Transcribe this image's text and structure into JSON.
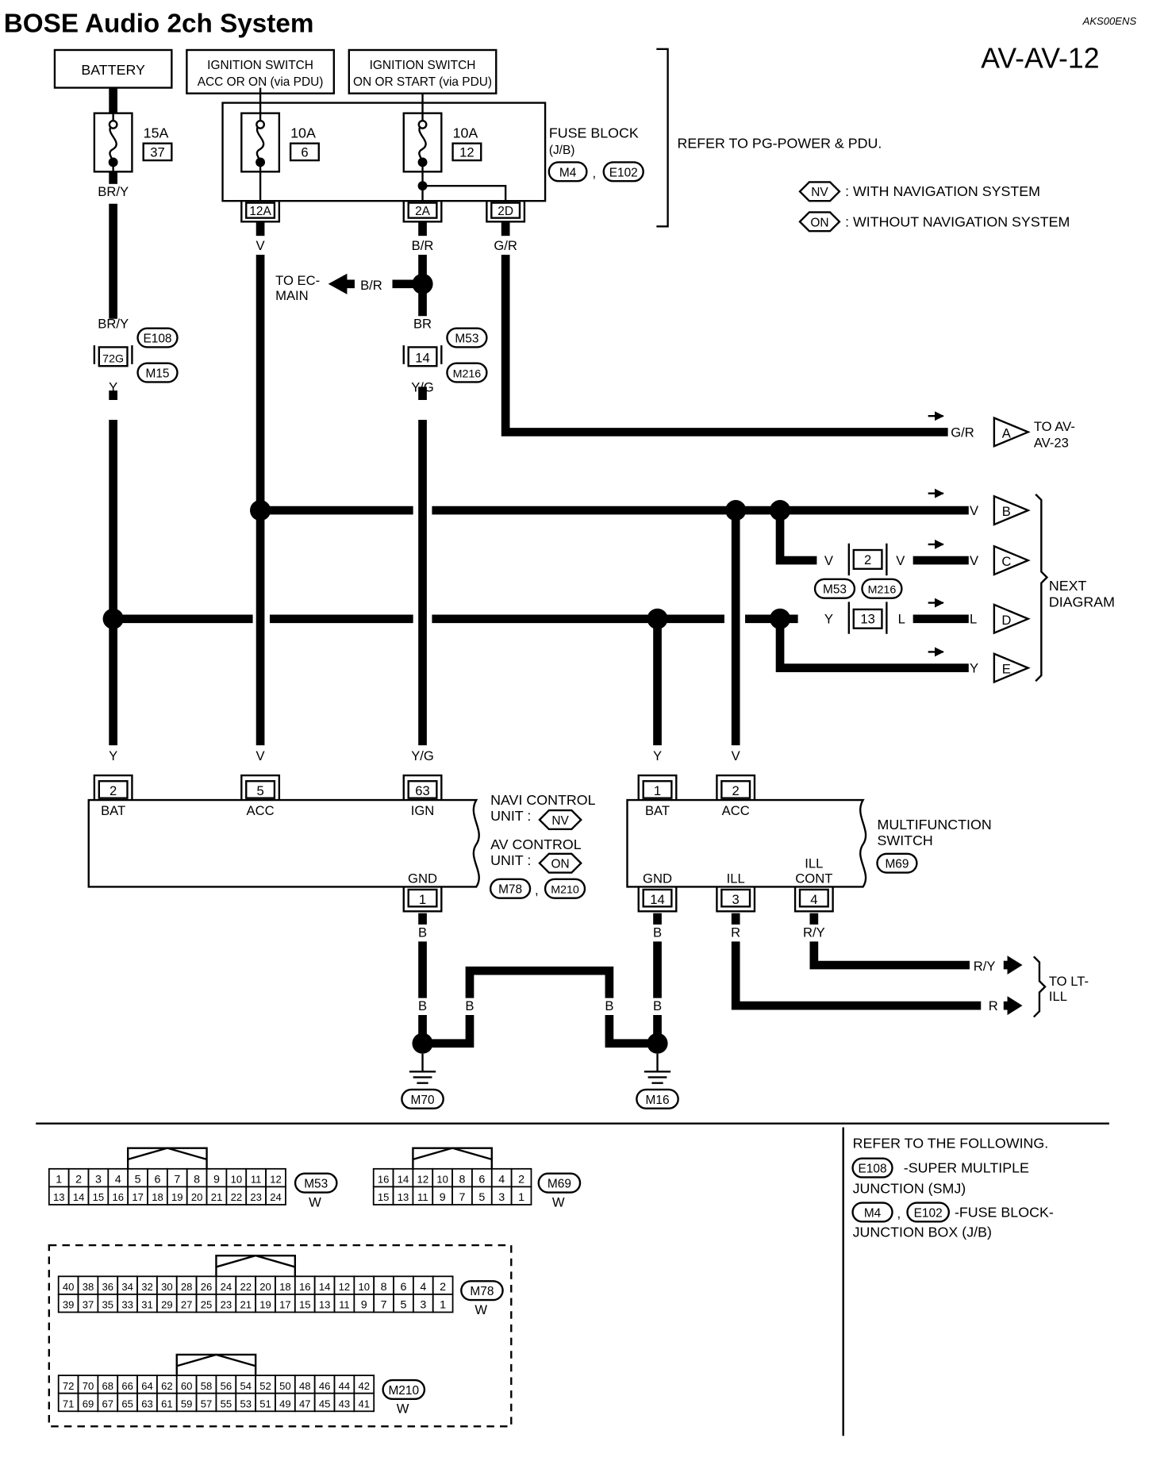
{
  "header": {
    "title": "BOSE Audio 2ch System",
    "doc_code": "AKS00ENS",
    "page_ref": "AV-AV-12"
  },
  "legend": {
    "nv_tag": "NV",
    "nv_text": ": WITH NAVIGATION SYSTEM",
    "on_tag": "ON",
    "on_text": ": WITHOUT NAVIGATION SYSTEM"
  },
  "power": {
    "battery": "BATTERY",
    "ign_acc_line1": "IGNITION SWITCH",
    "ign_acc_line2": "ACC OR ON (via PDU)",
    "ign_on_line1": "IGNITION SWITCH",
    "ign_on_line2": "ON OR START (via PDU)",
    "fuse_block_line1": "FUSE BLOCK",
    "fuse_block_line2": "(J/B)",
    "fuse_block_conn1": "M4",
    "fuse_block_conn2": "E102",
    "fuse_block_comma": ",",
    "refer_text": "REFER TO PG-POWER & PDU.",
    "fuses": [
      {
        "amp": "15A",
        "num": "37"
      },
      {
        "amp": "10A",
        "num": "6"
      },
      {
        "amp": "10A",
        "num": "12"
      }
    ],
    "jb_terminals": [
      "12A",
      "2A",
      "2D"
    ]
  },
  "wires": {
    "bry_top": "BR/Y",
    "v_top": "V",
    "br_top": "B/R",
    "gr_top": "G/R",
    "to_ec_line1": "TO EC-",
    "to_ec_line2": "MAIN",
    "br_to_ec": "B/R",
    "bry_mid": "BR/Y",
    "y_mid": "Y",
    "br_mid": "BR",
    "yg_mid": "Y/G",
    "gr_right": "G/R"
  },
  "junctions": {
    "conn_72g": "72G",
    "conn_14": "14",
    "e108": "E108",
    "m15": "M15",
    "m53": "M53",
    "m216": "M216",
    "conn_2": "2",
    "conn_13": "13",
    "v_left": "V",
    "v_right": "V",
    "y_left": "Y",
    "l_right": "L"
  },
  "outputs": {
    "a_wire": "G/R",
    "a_letter": "A",
    "a_dest_line1": "TO AV-",
    "a_dest_line2": "AV-23",
    "b_wire": "V",
    "b_letter": "B",
    "c_wire": "V",
    "c_letter": "C",
    "d_wire": "L",
    "d_letter": "D",
    "e_wire": "Y",
    "e_letter": "E",
    "next_line1": "NEXT",
    "next_line2": "DIAGRAM",
    "lt_ry": "R/Y",
    "lt_r": "R",
    "lt_line1": "TO LT-",
    "lt_line2": "ILL"
  },
  "navi_unit": {
    "pins": [
      {
        "wire": "Y",
        "num": "2",
        "name": "BAT"
      },
      {
        "wire": "V",
        "num": "5",
        "name": "ACC"
      },
      {
        "wire": "Y/G",
        "num": "63",
        "name": "IGN"
      }
    ],
    "name_line1": "NAVI CONTROL",
    "name_line2": "UNIT :",
    "nv_tag": "NV",
    "av_line1": "AV CONTROL",
    "av_line2": "UNIT :",
    "on_tag": "ON",
    "gnd_name": "GND",
    "gnd_num": "1",
    "gnd_wire": "B",
    "conn1": "M78",
    "conn2": "M210",
    "comma": ","
  },
  "mfs": {
    "pins_top": [
      {
        "wire": "Y",
        "num": "1",
        "name": "BAT"
      },
      {
        "wire": "V",
        "num": "2",
        "name": "ACC"
      }
    ],
    "name_line1": "MULTIFUNCTION",
    "name_line2": "SWITCH",
    "conn": "M69",
    "pins_bottom": [
      {
        "name": "GND",
        "num": "14",
        "wire": "B"
      },
      {
        "name": "ILL",
        "num": "3",
        "wire": "R"
      },
      {
        "name_line1": "ILL",
        "name_line2": "CONT",
        "num": "4",
        "wire": "R/Y"
      }
    ]
  },
  "grounds": {
    "left_b1": "B",
    "left_b2": "B",
    "right_b1": "B",
    "right_b2": "B",
    "left_conn": "M70",
    "right_conn": "M16"
  },
  "connectors": [
    {
      "id": "M53",
      "color": "W",
      "top": [
        "1",
        "2",
        "3",
        "4",
        "5",
        "6",
        "7",
        "8",
        "9",
        "10",
        "11",
        "12"
      ],
      "bottom": [
        "13",
        "14",
        "15",
        "16",
        "17",
        "18",
        "19",
        "20",
        "21",
        "22",
        "23",
        "24"
      ]
    },
    {
      "id": "M69",
      "color": "W",
      "top": [
        "16",
        "14",
        "12",
        "10",
        "8",
        "6",
        "4",
        "2"
      ],
      "bottom": [
        "15",
        "13",
        "11",
        "9",
        "7",
        "5",
        "3",
        "1"
      ]
    },
    {
      "id": "M78",
      "color": "W",
      "top": [
        "40",
        "38",
        "36",
        "34",
        "32",
        "30",
        "28",
        "26",
        "24",
        "22",
        "20",
        "18",
        "16",
        "14",
        "12",
        "10",
        "8",
        "6",
        "4",
        "2"
      ],
      "bottom": [
        "39",
        "37",
        "35",
        "33",
        "31",
        "29",
        "27",
        "25",
        "23",
        "21",
        "19",
        "17",
        "15",
        "13",
        "11",
        "9",
        "7",
        "5",
        "3",
        "1"
      ]
    },
    {
      "id": "M210",
      "color": "W",
      "top": [
        "72",
        "70",
        "68",
        "66",
        "64",
        "62",
        "60",
        "58",
        "56",
        "54",
        "52",
        "50",
        "48",
        "46",
        "44",
        "42"
      ],
      "bottom": [
        "71",
        "69",
        "67",
        "65",
        "63",
        "61",
        "59",
        "57",
        "55",
        "53",
        "51",
        "49",
        "47",
        "45",
        "43",
        "41"
      ]
    }
  ],
  "notes": {
    "heading": "REFER TO THE FOLLOWING.",
    "e108_tag": "E108",
    "e108_text": "-SUPER MULTIPLE",
    "e108_text2": "JUNCTION (SMJ)",
    "m4_tag": "M4",
    "e102_tag": "E102",
    "comma": ",",
    "fb_text": "-FUSE BLOCK-",
    "fb_text2": "JUNCTION BOX (J/B)"
  }
}
